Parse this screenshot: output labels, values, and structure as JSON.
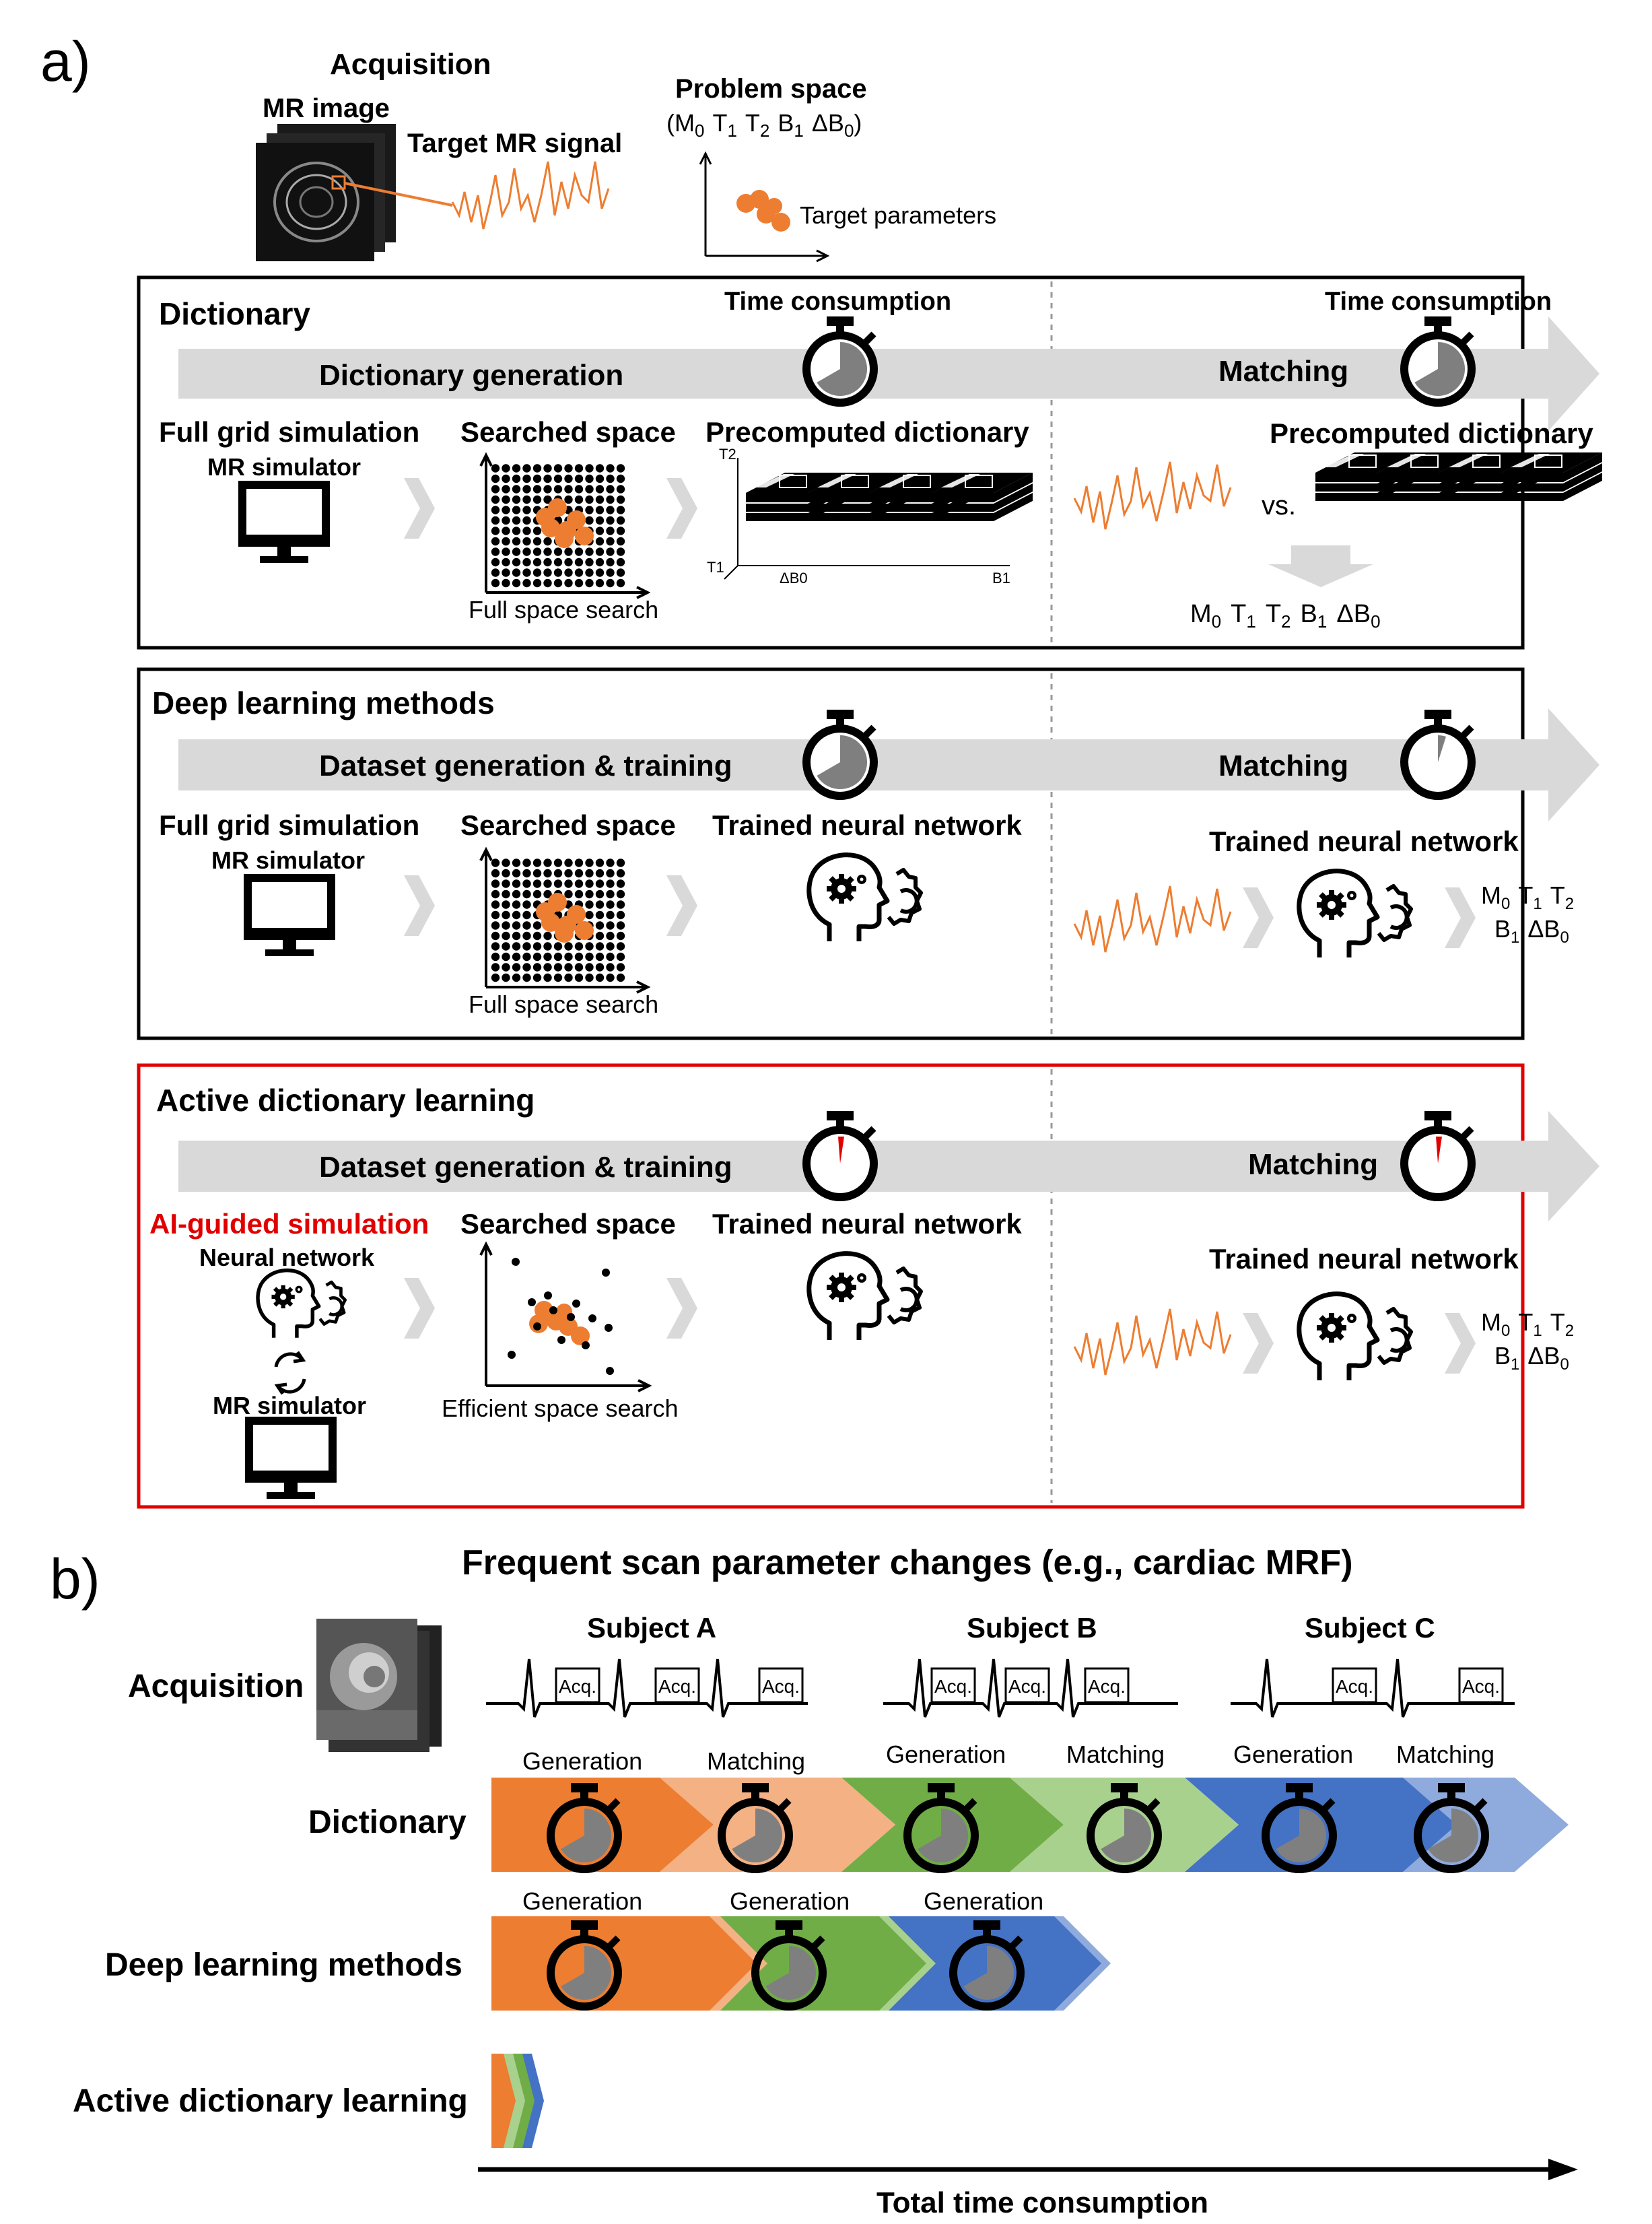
{
  "colors": {
    "orange": "#ED7D31",
    "orange_light": "#F4B183",
    "green": "#70AD47",
    "green_light": "#A9D18E",
    "blue": "#4472C4",
    "blue_light": "#8FAADC",
    "gray_arrow": "#D9D9D9",
    "red": "#E00000",
    "stopwatch_fill": "#7F7F7F"
  },
  "panel_a": {
    "label": "a)",
    "acquisition": {
      "title": "Acquisition",
      "mr_image": "MR image",
      "target_signal": "Target MR signal",
      "problem_space": "Problem space",
      "problem_params": {
        "a": "(M",
        "s0": "0",
        "b": "T",
        "s1": "1",
        "c": "T",
        "s2": "2",
        "d": "B",
        "s3": "1",
        "e": "ΔB",
        "s4": "0",
        "f": ")"
      },
      "target_parameters": "Target parameters"
    },
    "time_consumption": "Time consumption",
    "dictionary": {
      "title": "Dictionary",
      "stage1": "Dictionary generation",
      "stage2": "Matching",
      "full_grid": "Full grid simulation",
      "mr_simulator": "MR simulator",
      "searched_space": "Searched space",
      "full_space_search": "Full space search",
      "precomputed": "Precomputed dictionary",
      "precomputed2": "Precomputed dictionary",
      "vs": "vs.",
      "axis_t2": "T2",
      "axis_t1": "T1",
      "axis_db0": "ΔB0",
      "axis_b1": "B1",
      "out": {
        "m": "M",
        "m0": "0",
        "t1": "T",
        "t1s": "1",
        "t2": "T",
        "t2s": "2",
        "b": "B",
        "bs": "1",
        "d": "ΔB",
        "ds": "0"
      }
    },
    "deep_learning": {
      "title": "Deep learning methods",
      "stage1": "Dataset generation & training",
      "stage2": "Matching",
      "full_grid": "Full grid simulation",
      "mr_simulator": "MR simulator",
      "searched_space": "Searched space",
      "full_space_search": "Full space search",
      "trained_nn": "Trained neural network",
      "trained_nn2": "Trained neural network",
      "out1": {
        "m": "M",
        "m0": "0",
        "t1": "T",
        "t1s": "1",
        "t2": "T",
        "t2s": "2"
      },
      "out2": {
        "b": "B",
        "bs": "1",
        "d": "ΔB",
        "ds": "0"
      }
    },
    "active": {
      "title": "Active dictionary learning",
      "stage1": "Dataset generation & training",
      "stage2": "Matching",
      "ai_guided": "AI-guided simulation",
      "neural_network": "Neural network",
      "mr_simulator": "MR simulator",
      "searched_space": "Searched space",
      "efficient_search": "Efficient space search",
      "trained_nn": "Trained neural network",
      "trained_nn2": "Trained neural network",
      "out1": {
        "m": "M",
        "m0": "0",
        "t1": "T",
        "t1s": "1",
        "t2": "T",
        "t2s": "2"
      },
      "out2": {
        "b": "B",
        "bs": "1",
        "d": "ΔB",
        "ds": "0"
      }
    }
  },
  "panel_b": {
    "label": "b)",
    "title": "Frequent scan parameter changes (e.g., cardiac MRF)",
    "acquisition": "Acquisition",
    "subjects": [
      "Subject A",
      "Subject B",
      "Subject C"
    ],
    "acq": "Acq.",
    "rows": {
      "dictionary": "Dictionary",
      "deep_learning": "Deep learning methods",
      "active": "Active dictionary learning"
    },
    "generation": "Generation",
    "matching": "Matching",
    "total_time": "Total time consumption"
  }
}
